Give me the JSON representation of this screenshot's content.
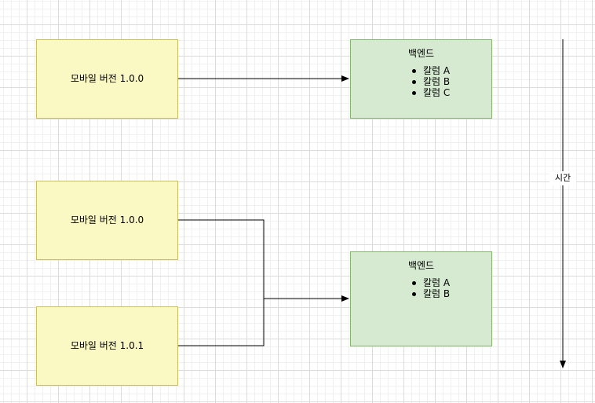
{
  "diagram": {
    "top": {
      "mobile_label": "모바일 버전 1.0.0",
      "backend_title": "백엔드",
      "backend_columns": [
        "칼럼 A",
        "칼럼 B",
        "칼럼 C"
      ]
    },
    "bottom": {
      "mobile_1_label": "모바일 버전 1.0.0",
      "mobile_2_label": "모바일 버전 1.0.1",
      "backend_title": "백엔드",
      "backend_columns": [
        "칼럼 A",
        "칼럼 B"
      ]
    },
    "time_label": "시간",
    "colors": {
      "mobile_fill": "#fbf9c3",
      "mobile_stroke": "#c9bf5c",
      "backend_fill": "#d5ead0",
      "backend_stroke": "#86b56f"
    }
  }
}
